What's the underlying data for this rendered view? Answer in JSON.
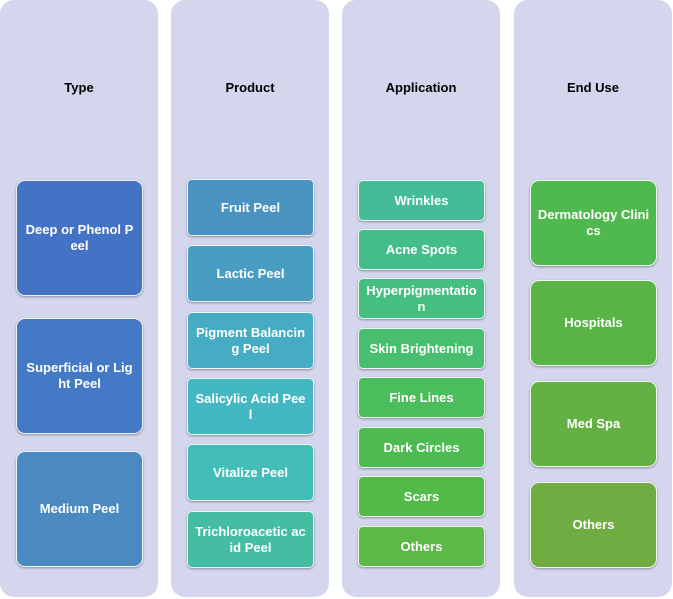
{
  "columns": [
    {
      "title": "Type",
      "items": [
        "Deep or Phenol Peel",
        "Superficial or Light Peel",
        "Medium Peel"
      ]
    },
    {
      "title": "Product",
      "items": [
        "Fruit Peel",
        "Lactic Peel",
        "Pigment Balancing Peel",
        "Salicylic Acid Peel",
        "Vitalize Peel",
        "Trichloroacetic acid Peel"
      ]
    },
    {
      "title": "Application",
      "items": [
        "Wrinkles",
        "Acne Spots",
        "Hyperpigmentation",
        "Skin Brightening",
        "Fine Lines",
        "Dark Circles",
        "Scars",
        "Others"
      ]
    },
    {
      "title": "End Use",
      "items": [
        "Dermatology Clinics",
        "Hospitals",
        "Med Spa",
        "Others"
      ]
    }
  ],
  "colors": {
    "panel": "#d3d6ec",
    "type": [
      "#4472c4",
      "#4479c6",
      "#4a8ac0"
    ],
    "product": [
      "#4a92c0",
      "#489dc2",
      "#45acc3",
      "#43b7c2",
      "#42bdb8",
      "#45bda3"
    ],
    "application": [
      "#44bc97",
      "#43bd8a",
      "#44bf7f",
      "#47bf6f",
      "#4bbd5c",
      "#4eba52",
      "#52ba48",
      "#5db946"
    ],
    "enduse": [
      "#4fb84e",
      "#57b445",
      "#63b043",
      "#6fac42"
    ]
  }
}
